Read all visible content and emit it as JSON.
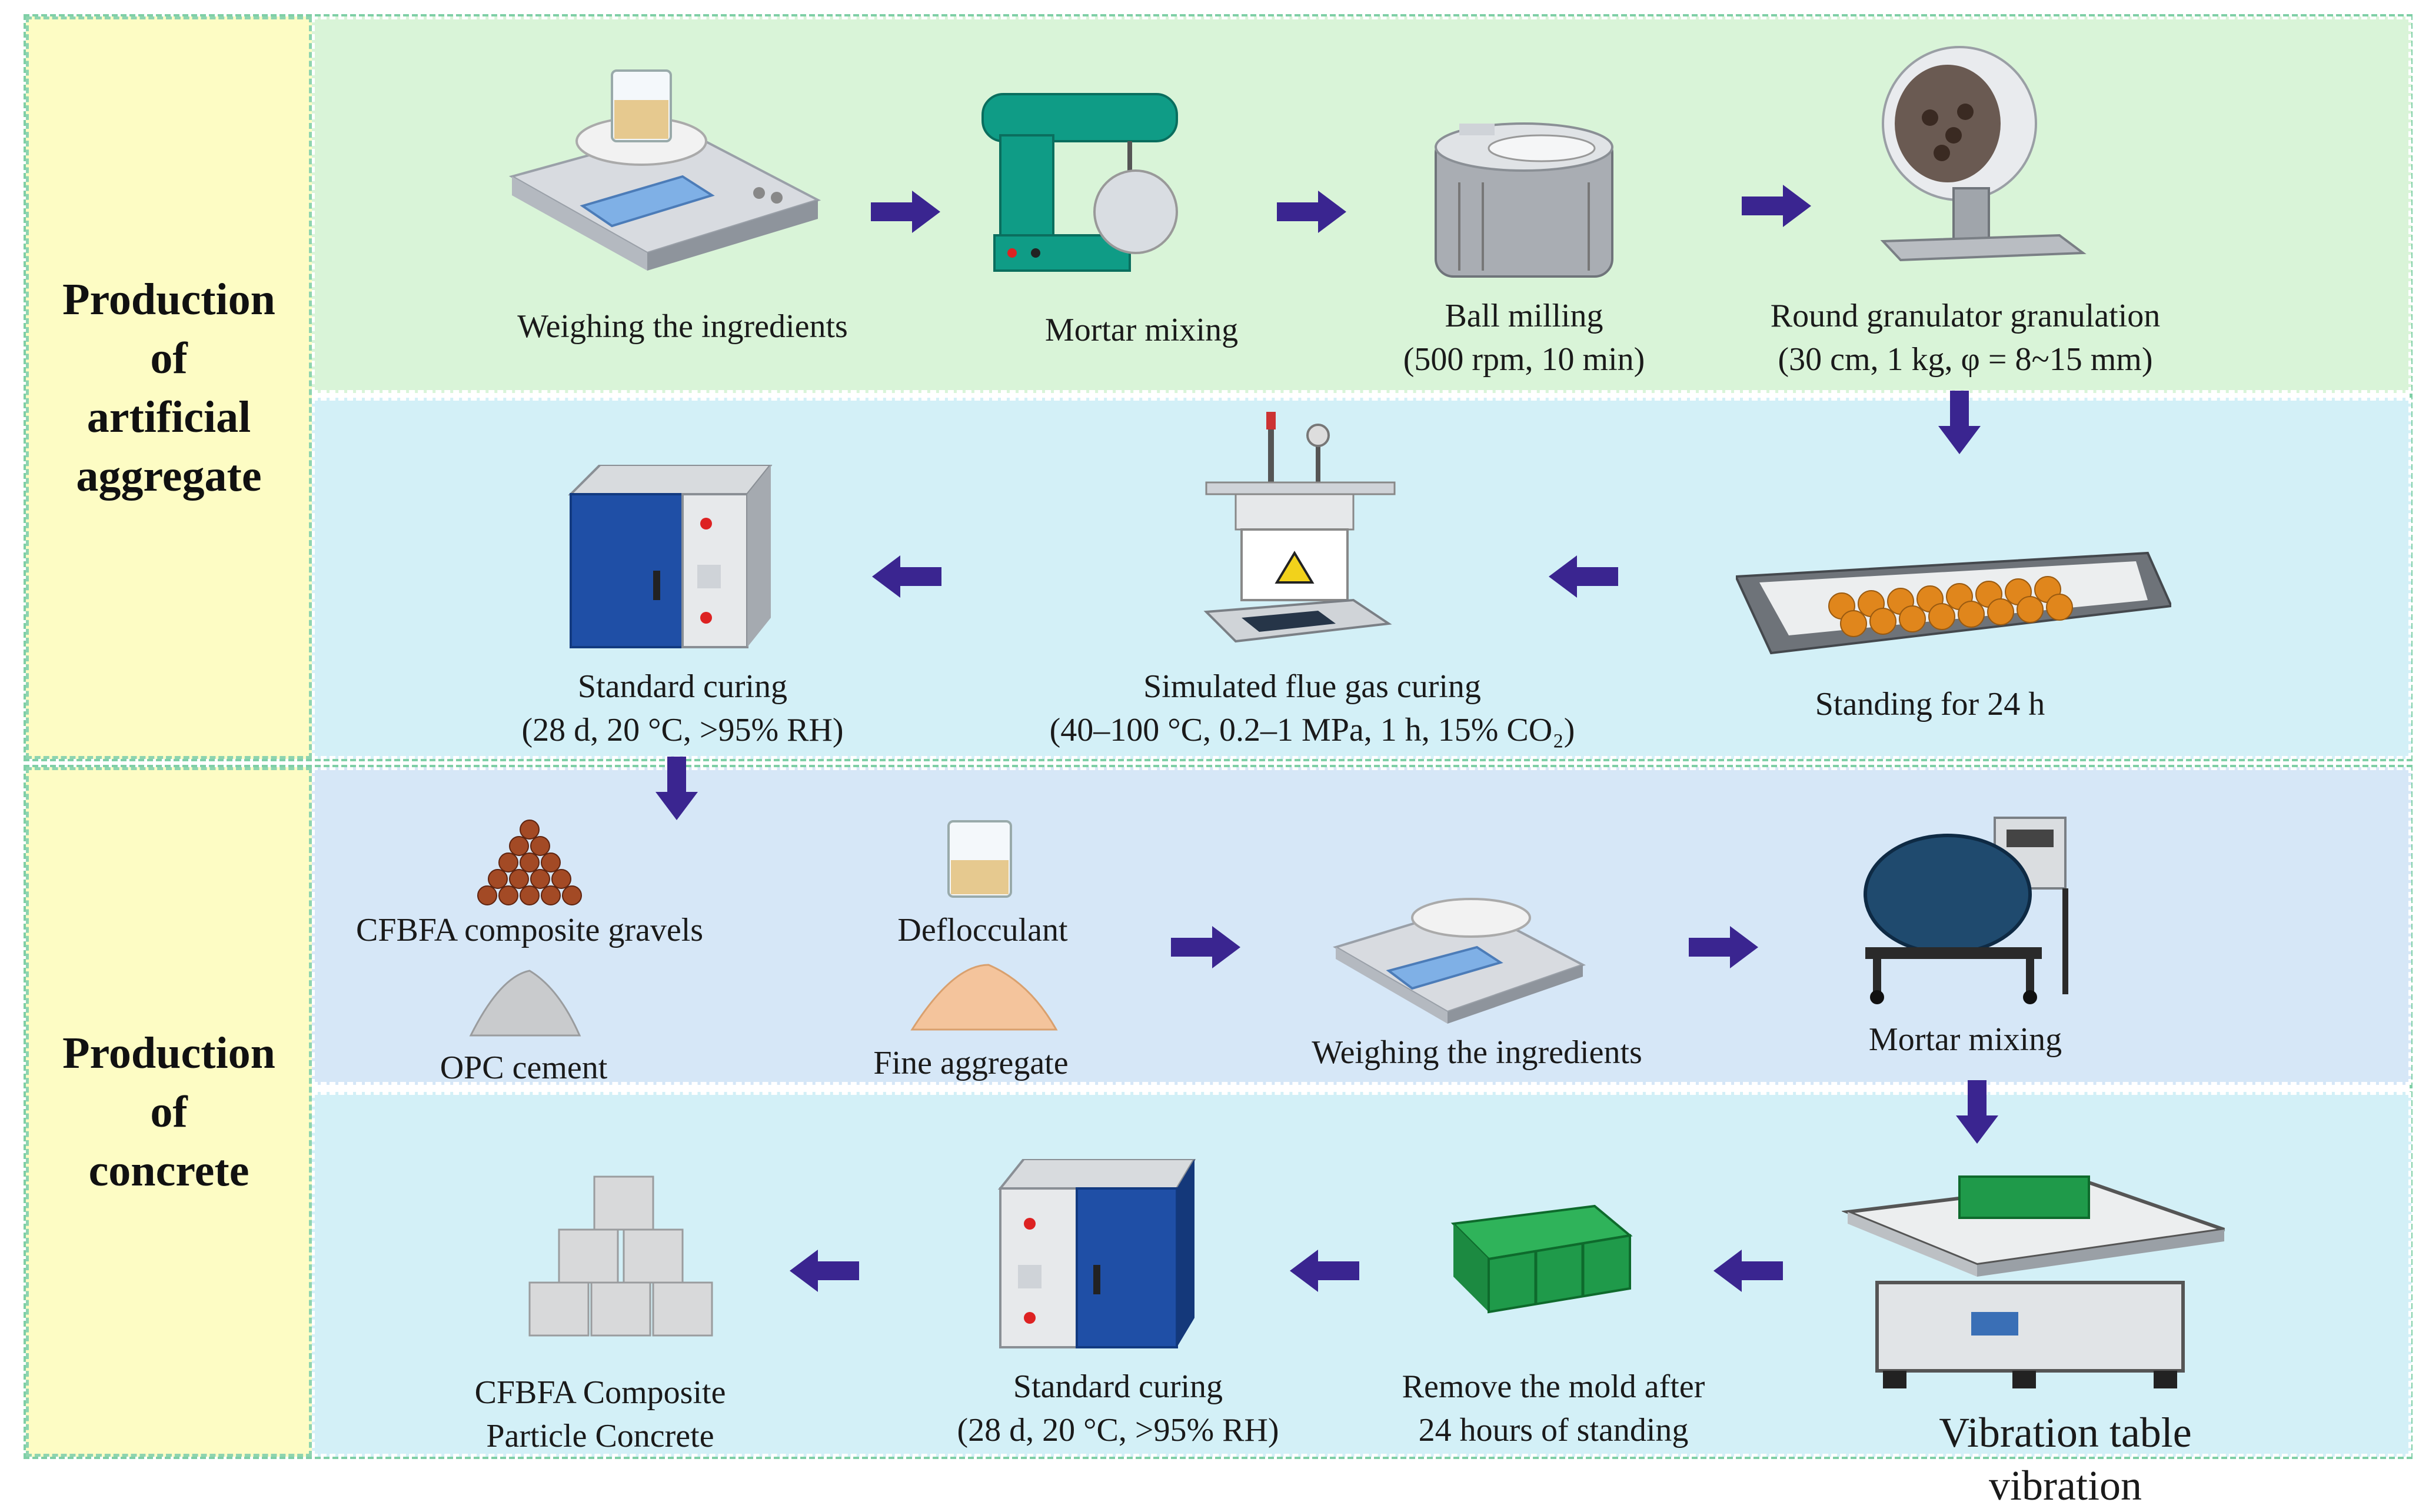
{
  "sections": {
    "artificial": {
      "label": "Production\nof\nartificial\naggregate"
    },
    "concrete": {
      "label": "Production\nof\nconcrete"
    }
  },
  "steps": {
    "weigh1": "Weighing the ingredients",
    "mortar1": "Mortar mixing",
    "ballmill": "Ball milling\n(500 rpm, 10 min)",
    "granulator": "Round granulator granulation\n(30 cm, 1 kg, φ = 8~15 mm)",
    "standing": "Standing for 24 h",
    "flue": "Simulated flue gas curing\n(40–100 °C, 0.2–1 MPa, 1 h, 15% CO₂)",
    "std_curing1": "Standard curing\n(28 d, 20 °C, >95% RH)",
    "gravels": "CFBFA composite gravels",
    "opc": "OPC cement",
    "deflocculant": "Deflocculant",
    "fine_agg": "Fine aggregate",
    "weigh2": "Weighing the ingredients",
    "mortar2": "Mortar mixing",
    "vibration": "Vibration table vibration",
    "remove_mold": "Remove the mold after\n24 hours of standing",
    "std_curing2": "Standard curing\n(28 d, 20 °C, >95% RH)",
    "concrete": "CFBFA Composite\nParticle Concrete"
  },
  "colors": {
    "arrow": "#3a2590",
    "band_green": "#d9f4d8",
    "band_cyan": "#d3f0f7",
    "band_blue": "#d6e7f7",
    "label_yellow": "#fdfcc4",
    "oven_blue": "#1f4fa6",
    "mixer_teal": "#0f9c86",
    "mold_green": "#1f9a4a"
  }
}
